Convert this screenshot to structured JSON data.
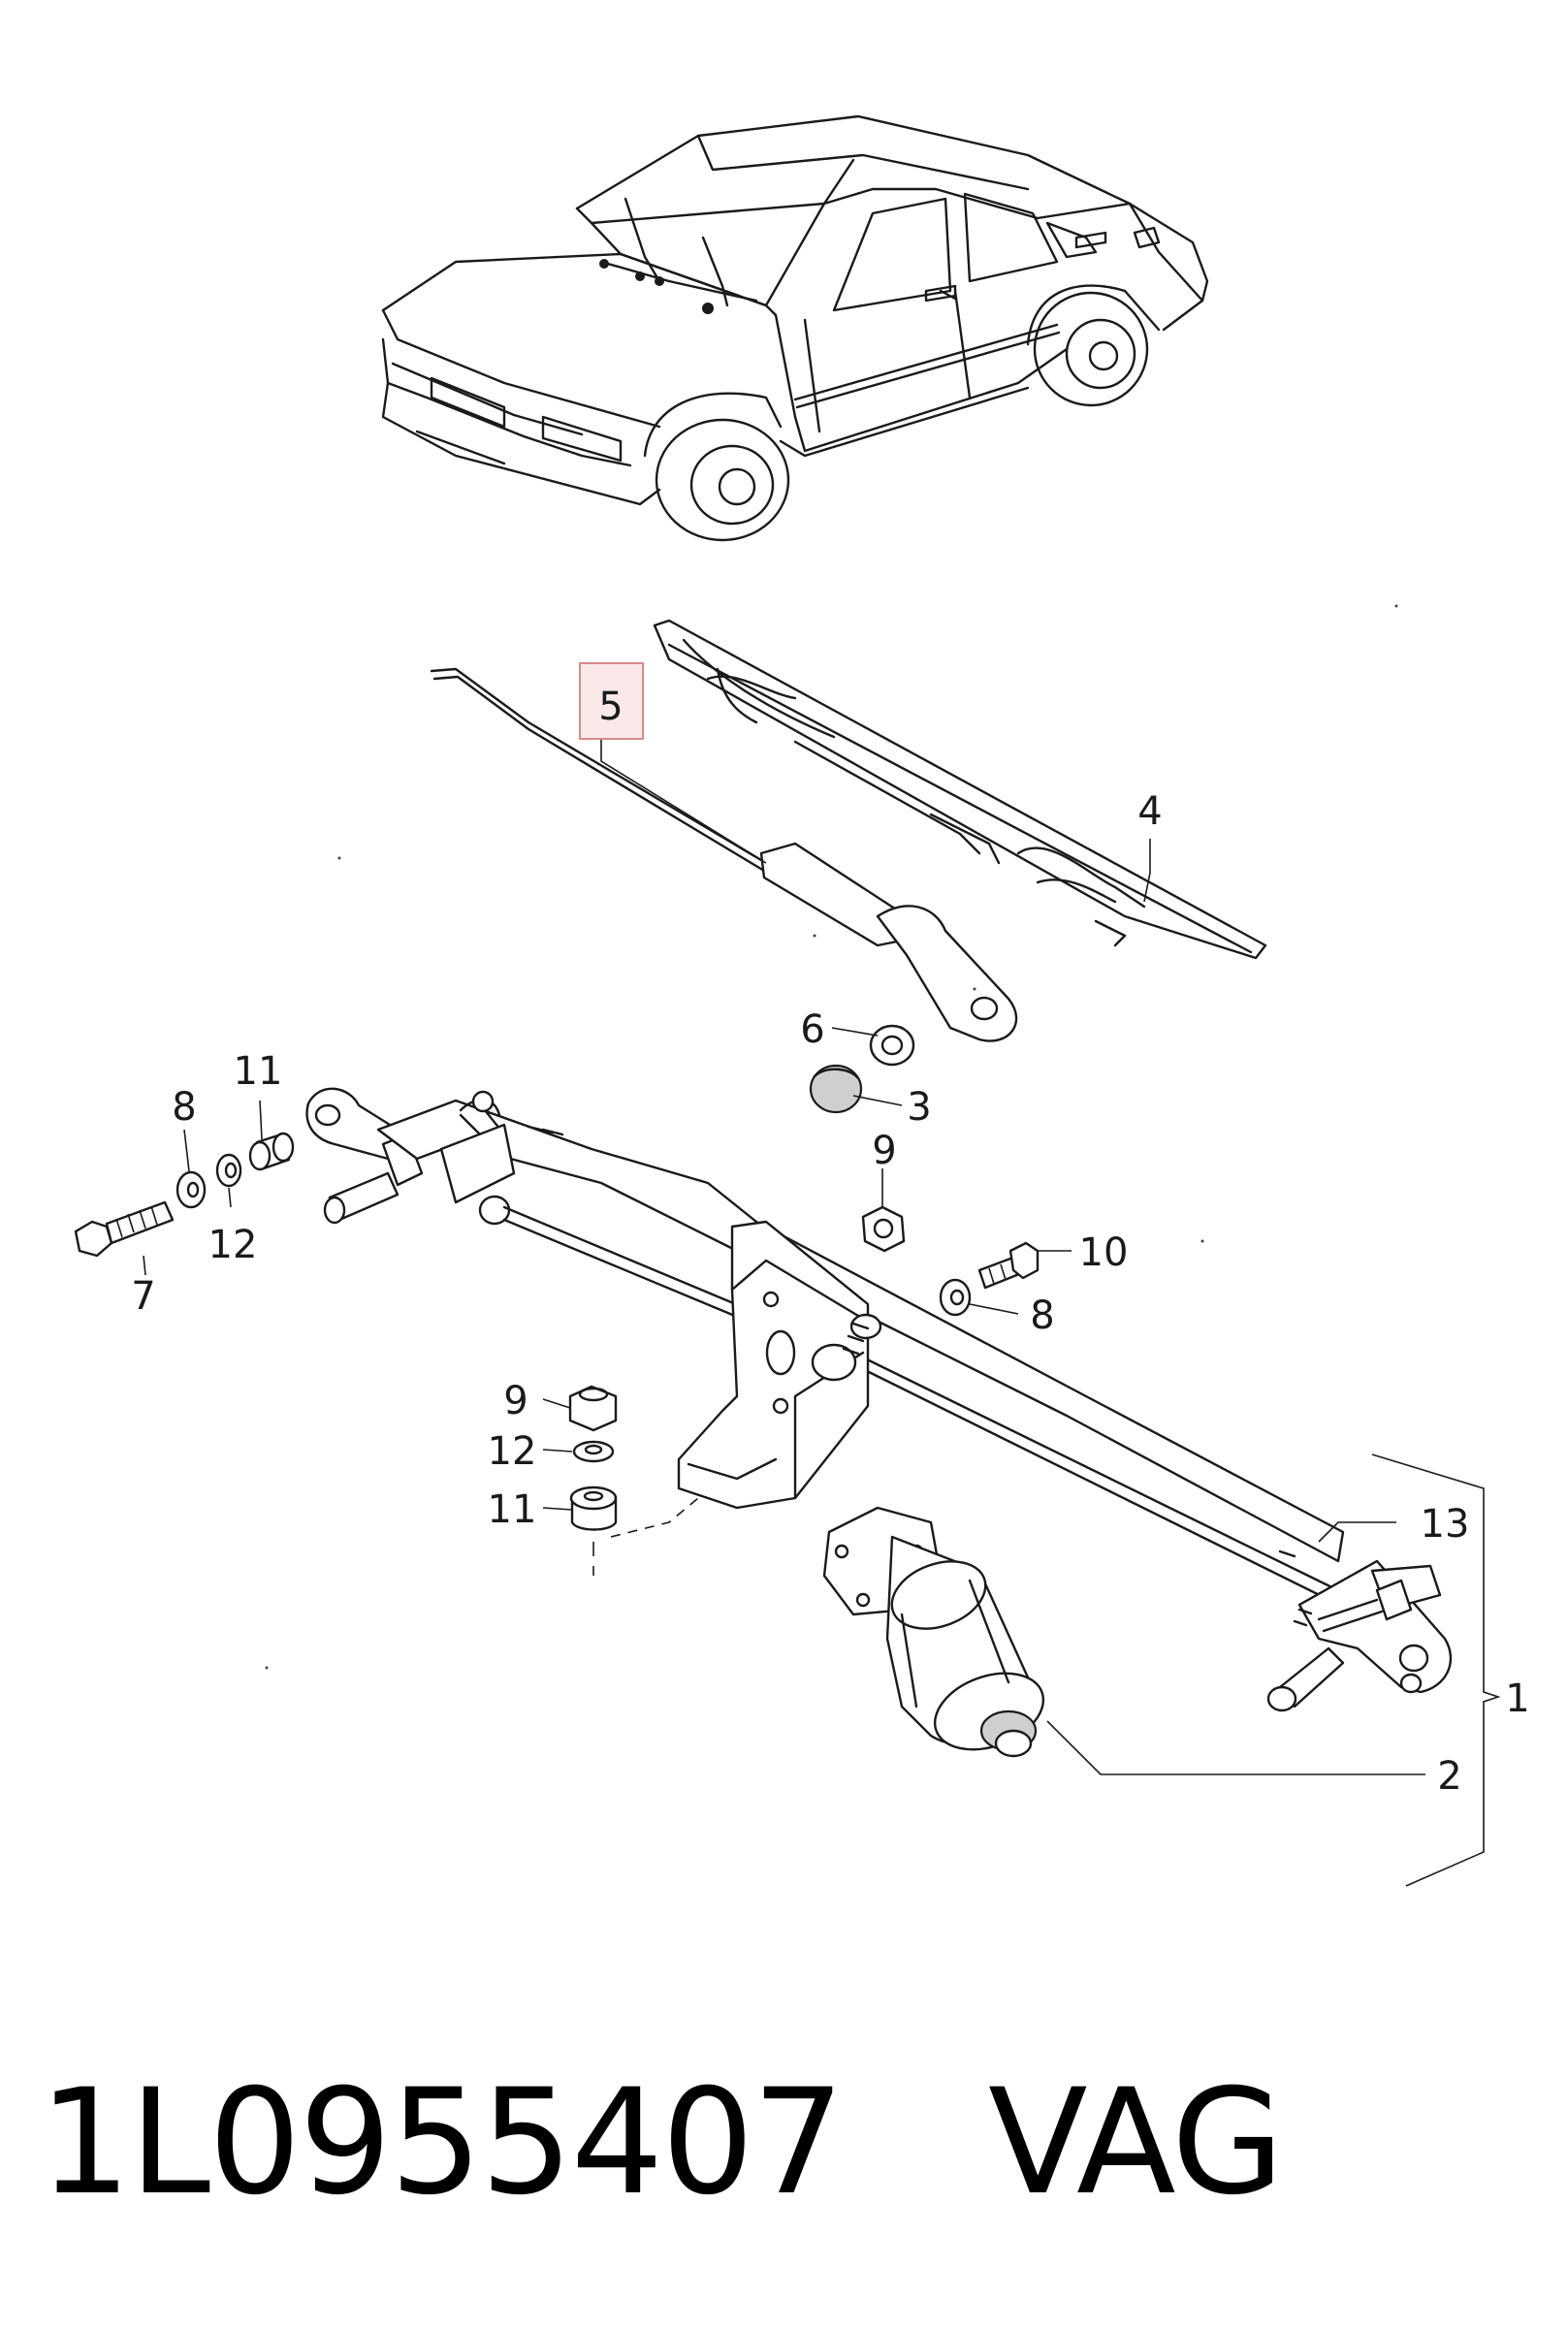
{
  "part_number": "1L0955407",
  "brand": "VAG",
  "highlight_color": "#d98a8a",
  "callouts": [
    {
      "id": "c1",
      "label": "1"
    },
    {
      "id": "c2",
      "label": "2"
    },
    {
      "id": "c3",
      "label": "3"
    },
    {
      "id": "c4",
      "label": "4"
    },
    {
      "id": "c5",
      "label": "5",
      "highlighted": true
    },
    {
      "id": "c6",
      "label": "6"
    },
    {
      "id": "c7",
      "label": "7"
    },
    {
      "id": "c8a",
      "label": "8"
    },
    {
      "id": "c8b",
      "label": "8"
    },
    {
      "id": "c9a",
      "label": "9"
    },
    {
      "id": "c9b",
      "label": "9"
    },
    {
      "id": "c10",
      "label": "10"
    },
    {
      "id": "c11a",
      "label": "11"
    },
    {
      "id": "c11b",
      "label": "11"
    },
    {
      "id": "c12a",
      "label": "12"
    },
    {
      "id": "c12b",
      "label": "12"
    },
    {
      "id": "c13",
      "label": "13"
    }
  ]
}
